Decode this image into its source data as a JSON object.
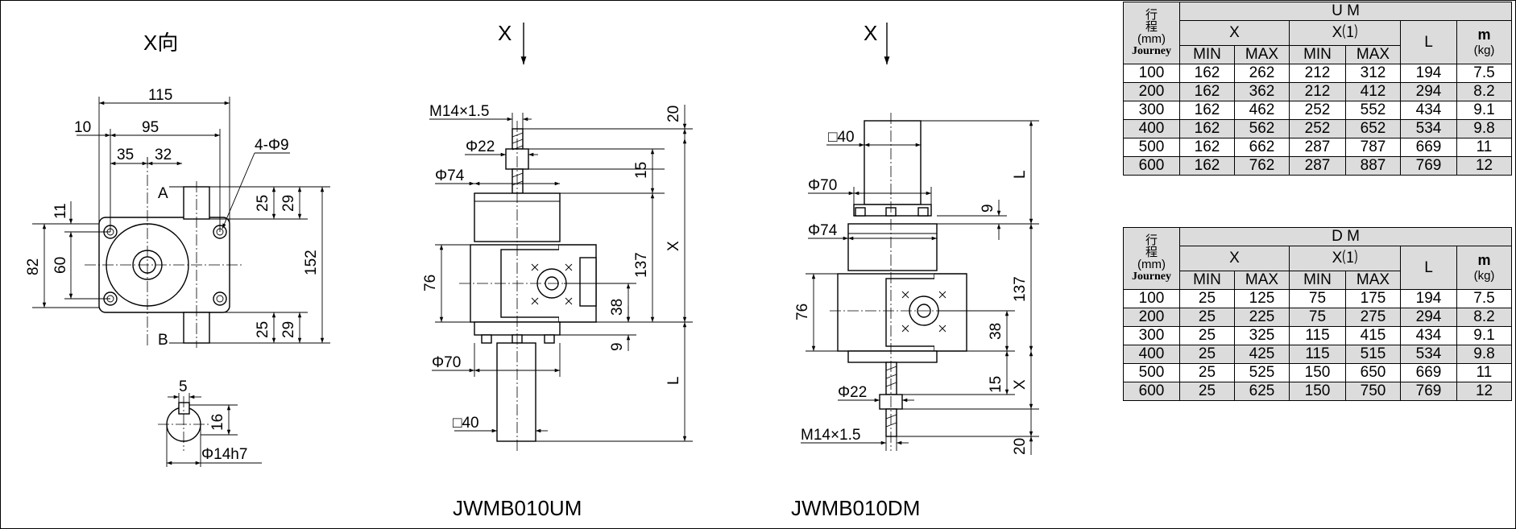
{
  "x_view": {
    "title": "X向",
    "dims": {
      "d115": "115",
      "d10": "10",
      "d95": "95",
      "d35": "35",
      "d32": "32",
      "holes": "4-Φ9",
      "d25a": "25",
      "d29a": "29",
      "d152": "152",
      "d11": "11",
      "d82": "82",
      "d60": "60",
      "d25b": "25",
      "d29b": "29",
      "labelA": "A",
      "labelB": "B",
      "d5": "5",
      "d16": "16",
      "shaft": "Φ14h7"
    }
  },
  "um": {
    "arrow": "X",
    "dims": {
      "thread": "M14×1.5",
      "d20": "20",
      "d22": "Φ22",
      "d74": "Φ74",
      "d15": "15",
      "x": "X",
      "d137": "137",
      "d76": "76",
      "d38": "38",
      "d9": "9",
      "d70": "Φ70",
      "L": "L",
      "sq40": "□40"
    },
    "caption": "JWMB010UM"
  },
  "dm": {
    "arrow": "X",
    "dims": {
      "sq40": "□40",
      "L": "L",
      "d70": "Φ70",
      "d9": "9",
      "d74": "Φ74",
      "d137": "137",
      "d76": "76",
      "d38": "38",
      "d15": "15",
      "x": "X",
      "d22": "Φ22",
      "thread": "M14×1.5",
      "d20": "20"
    },
    "caption": "JWMB010DM"
  },
  "tables": [
    {
      "title": "U M",
      "stroke": [
        "行",
        "程",
        "(mm)",
        "Journey"
      ],
      "x_head": "X",
      "x1_head": "X⑴",
      "l_head": "L",
      "m_head": "m",
      "m_unit": "(kg)",
      "sub": [
        "MIN",
        "MAX",
        "MIN",
        "MAX"
      ],
      "rows": [
        [
          "100",
          "162",
          "262",
          "212",
          "312",
          "194",
          "7.5"
        ],
        [
          "200",
          "162",
          "362",
          "212",
          "412",
          "294",
          "8.2"
        ],
        [
          "300",
          "162",
          "462",
          "252",
          "552",
          "434",
          "9.1"
        ],
        [
          "400",
          "162",
          "562",
          "252",
          "652",
          "534",
          "9.8"
        ],
        [
          "500",
          "162",
          "662",
          "287",
          "787",
          "669",
          "11"
        ],
        [
          "600",
          "162",
          "762",
          "287",
          "887",
          "769",
          "12"
        ]
      ]
    },
    {
      "title": "D M",
      "stroke": [
        "行",
        "程",
        "(mm)",
        "Journey"
      ],
      "x_head": "X",
      "x1_head": "X⑴",
      "l_head": "L",
      "m_head": "m",
      "m_unit": "(kg)",
      "sub": [
        "MIN",
        "MAX",
        "MIN",
        "MAX"
      ],
      "rows": [
        [
          "100",
          "25",
          "125",
          "75",
          "175",
          "194",
          "7.5"
        ],
        [
          "200",
          "25",
          "225",
          "75",
          "275",
          "294",
          "8.2"
        ],
        [
          "300",
          "25",
          "325",
          "115",
          "415",
          "434",
          "9.1"
        ],
        [
          "400",
          "25",
          "425",
          "115",
          "515",
          "534",
          "9.8"
        ],
        [
          "500",
          "25",
          "525",
          "150",
          "650",
          "669",
          "11"
        ],
        [
          "600",
          "25",
          "625",
          "150",
          "750",
          "769",
          "12"
        ]
      ]
    }
  ]
}
